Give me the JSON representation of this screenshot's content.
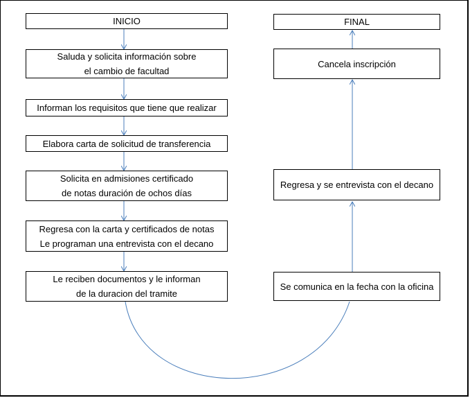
{
  "diagram": {
    "left_column": {
      "start": "INICIO",
      "steps": [
        [
          "Saluda y solicita información sobre",
          "el cambio de facultad"
        ],
        [
          "Informan los requisitos que tiene que realizar"
        ],
        [
          "Elabora carta de solicitud de transferencia"
        ],
        [
          "Solicita en admisiones certificado",
          "de notas duración de ochos días"
        ],
        [
          "Regresa con la carta y certificados de notas",
          "Le programan una entrevista con el decano"
        ],
        [
          "Le reciben documentos y le informan",
          "de la duracion del tramite"
        ]
      ]
    },
    "right_column": {
      "steps_bottom_to_top": [
        [
          "Se comunica en la fecha con la oficina"
        ],
        [
          "Regresa y se entrevista con el decano"
        ],
        [
          "Cancela inscripción"
        ]
      ],
      "end": "FINAL"
    },
    "colors": {
      "arrow": "#4a7ebb",
      "box_border": "#000000",
      "text": "#000000"
    }
  }
}
